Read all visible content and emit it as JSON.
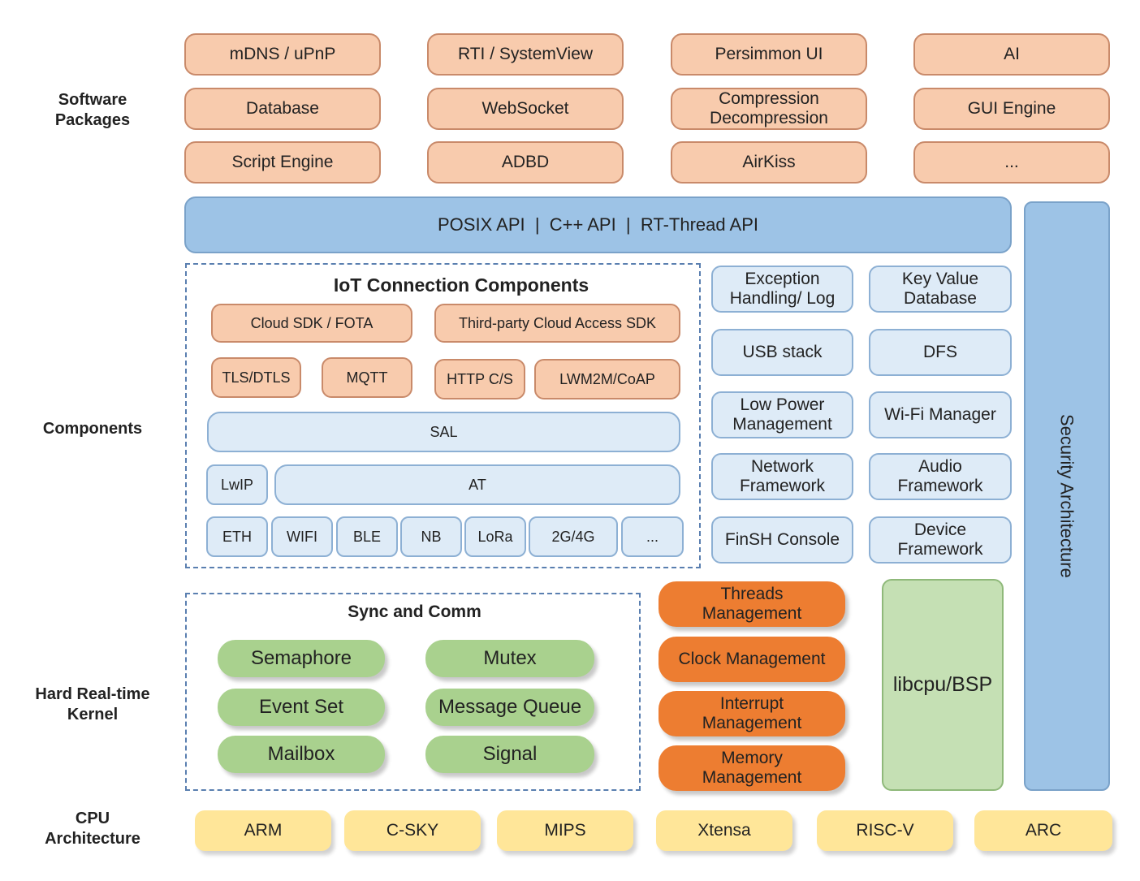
{
  "layers": {
    "software_packages": "Software\nPackages",
    "components": "Components",
    "kernel": "Hard Real-time\nKernel",
    "cpu": "CPU\nArchitecture"
  },
  "software_packages": [
    [
      "mDNS / uPnP",
      "RTI / SystemView",
      "Persimmon UI",
      "AI"
    ],
    [
      "Database",
      "WebSocket",
      "Compression\nDecompression",
      "GUI Engine"
    ],
    [
      "Script Engine",
      "ADBD",
      "AirKiss",
      "..."
    ]
  ],
  "api_bar": "POSIX API  |  C++ API  |  RT-Thread API",
  "security": "Security Architecture",
  "iot": {
    "title": "IoT Connection Components",
    "row1": [
      "Cloud SDK / FOTA",
      "Third-party Cloud Access SDK"
    ],
    "row2": [
      "TLS/DTLS",
      "MQTT",
      "HTTP C/S",
      "LWM2M/CoAP"
    ],
    "sal": "SAL",
    "lwip": "LwIP",
    "at": "AT",
    "row5": [
      "ETH",
      "WIFI",
      "BLE",
      "NB",
      "LoRa",
      "2G/4G",
      "..."
    ]
  },
  "component_grid": [
    [
      "Exception\nHandling/ Log",
      "Key Value\nDatabase"
    ],
    [
      "USB stack",
      "DFS"
    ],
    [
      "Low Power\nManagement",
      "Wi-Fi Manager"
    ],
    [
      "Network\nFramework",
      "Audio\nFramework"
    ],
    [
      "FinSH Console",
      "Device\nFramework"
    ]
  ],
  "sync": {
    "title": "Sync and Comm",
    "items": [
      [
        "Semaphore",
        "Mutex"
      ],
      [
        "Event Set",
        "Message Queue"
      ],
      [
        "Mailbox",
        "Signal"
      ]
    ]
  },
  "kernel_mgmt": [
    "Threads\nManagement",
    "Clock Management",
    "Interrupt\nManagement",
    "Memory\nManagement"
  ],
  "libcpu": "libcpu/BSP",
  "cpu_arch": [
    "ARM",
    "C-SKY",
    "MIPS",
    "Xtensa",
    "RISC-V",
    "ARC"
  ]
}
